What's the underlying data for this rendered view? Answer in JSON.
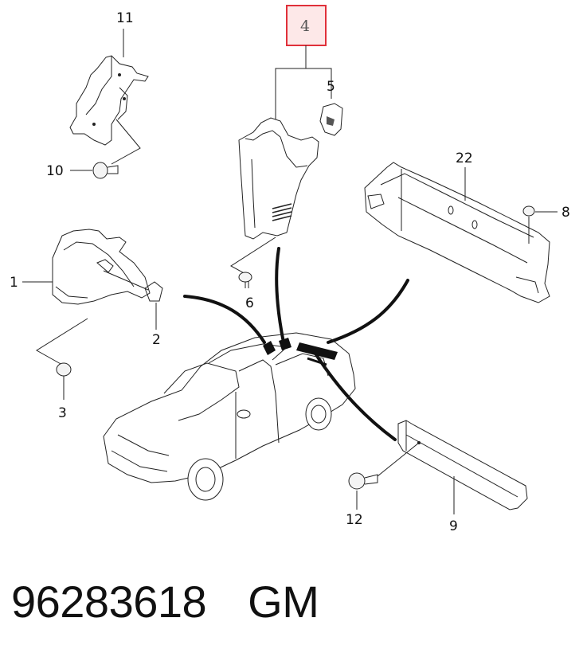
{
  "diagram": {
    "highlight_color": "#e0303a",
    "highlight_fill": "#fde8e8",
    "callouts": {
      "c1": "1",
      "c2": "2",
      "c3": "3",
      "c4": "4",
      "c5": "5",
      "c6": "6",
      "c8": "8",
      "c9": "9",
      "c10": "10",
      "c11": "11",
      "c12": "12",
      "c22": "22"
    }
  },
  "caption": {
    "part_number": "96283618",
    "brand": "GM"
  }
}
